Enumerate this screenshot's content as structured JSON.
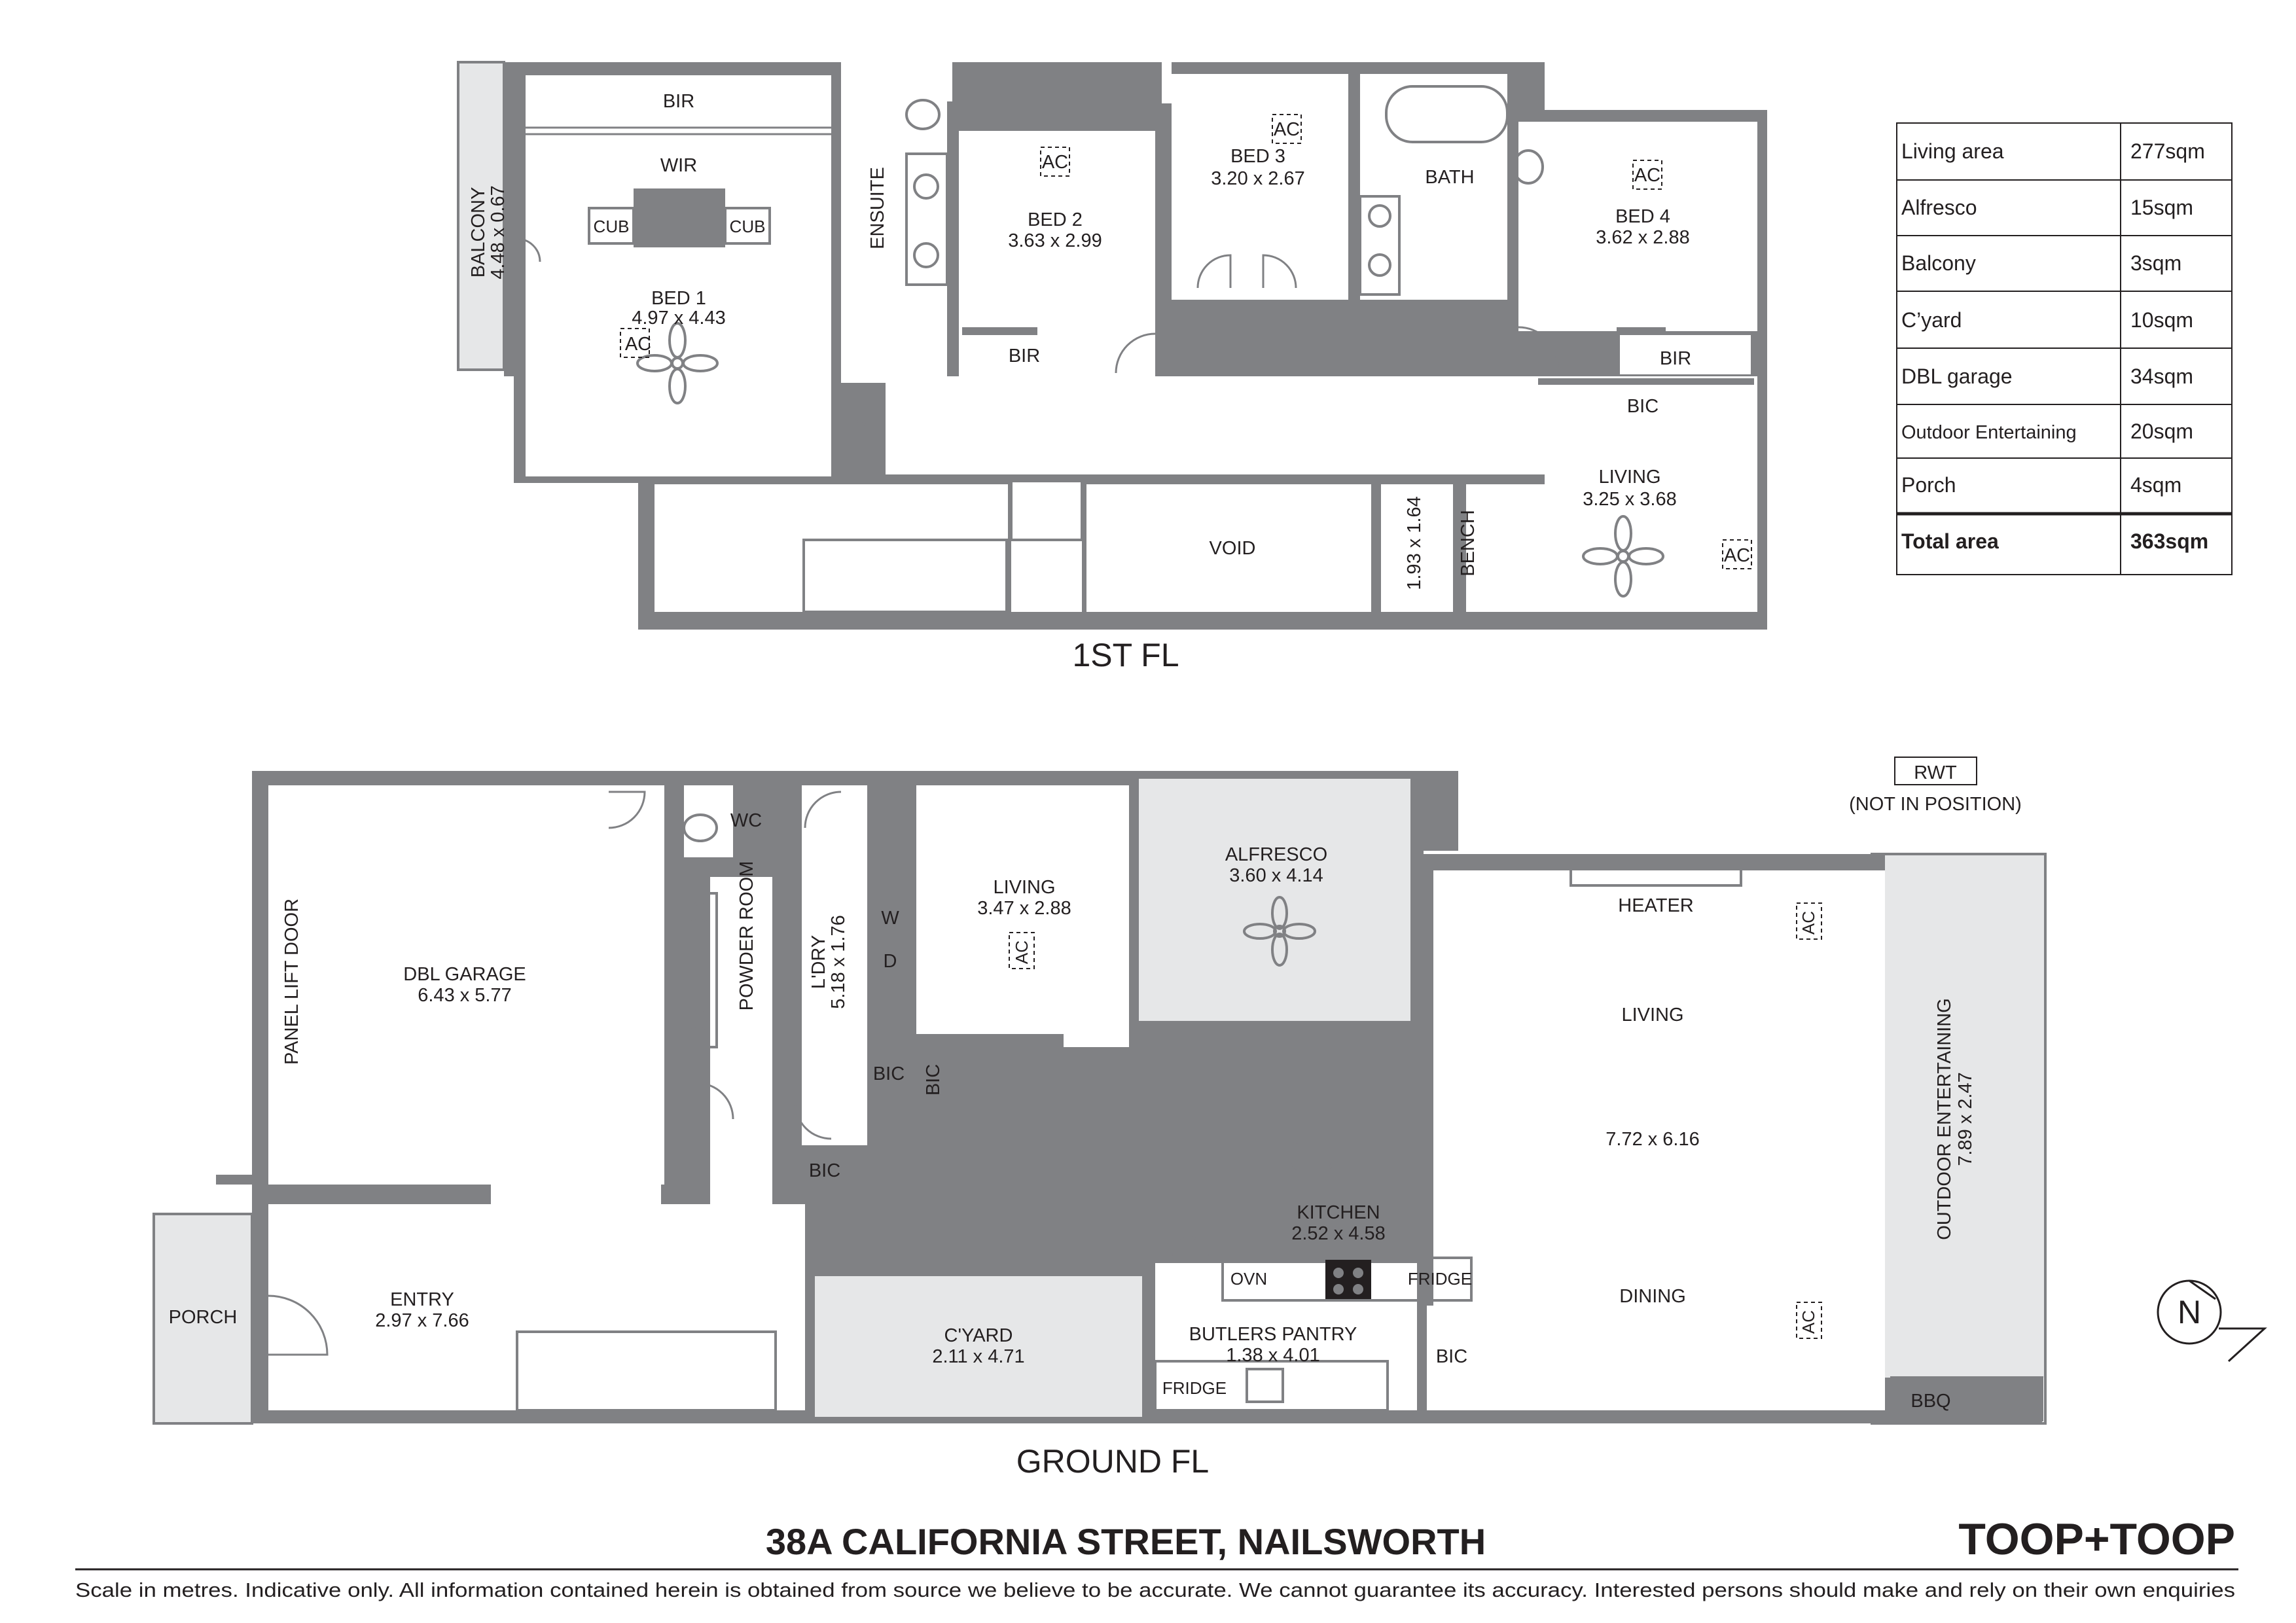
{
  "floors": {
    "first": {
      "title": "1ST FL",
      "rooms": {
        "bir_top": "BIR",
        "wir": "WIR",
        "cub_left": "CUB",
        "cub_right": "CUB",
        "bed1_name": "BED 1",
        "bed1_size": "4.97 x 4.43",
        "balcony_name": "BALCONY",
        "balcony_size": "4.48 x 0.67",
        "ensuite": "ENSUITE",
        "bed2_name": "BED 2",
        "bed2_size": "3.63 x 2.99",
        "bed2_bir": "BIR",
        "bed3_name": "BED 3",
        "bed3_size": "3.20 x 2.67",
        "bath": "BATH",
        "bed4_name": "BED 4",
        "bed4_size": "3.62 x 2.88",
        "bed4_bir": "BIR",
        "bic": "BIC",
        "void": "VOID",
        "stair_size": "1.93 x 1.64",
        "bench": "BENCH",
        "living_name": "LIVING",
        "living_size": "3.25 x 3.68"
      },
      "ac_labels": [
        "AC",
        "AC",
        "AC",
        "AC",
        "AC"
      ]
    },
    "ground": {
      "title": "GROUND FL",
      "rooms": {
        "garage_name": "DBL GARAGE",
        "garage_size": "6.43 x 5.77",
        "panel_door": "PANEL LIFT DOOR",
        "wc": "WC",
        "powder": "POWDER ROOM",
        "ldry_name": "L'DRY",
        "ldry_size": "5.18 x 1.76",
        "w": "W",
        "d": "D",
        "bic_ldry": "BIC",
        "bic_hall": "BIC",
        "bic_bottom": "BIC",
        "living_small_name": "LIVING",
        "living_small_size": "3.47 x 2.88",
        "alfresco_name": "ALFRESCO",
        "alfresco_size": "3.60 x 4.14",
        "heater": "HEATER",
        "living_main": "LIVING",
        "living_main_size": "7.72 x 6.16",
        "dining": "DINING",
        "kitchen_name": "KITCHEN",
        "kitchen_size": "2.52 x 4.58",
        "ovn": "OVN",
        "fridge_kitchen": "FRIDGE",
        "pantry_name": "BUTLERS PANTRY",
        "pantry_size": "1.38 x 4.01",
        "fridge_pantry": "FRIDGE",
        "bic_kitchen": "BIC",
        "entry_name": "ENTRY",
        "entry_size": "2.97 x 7.66",
        "porch": "PORCH",
        "cyard_name": "C'YARD",
        "cyard_size": "2.11 x 4.71",
        "outdoor_name": "OUTDOOR ENTERTAINING",
        "outdoor_size": "7.89 x 2.47",
        "bbq": "BBQ",
        "rwt": "RWT",
        "rwt_note": "(NOT IN POSITION)"
      },
      "ac_labels": [
        "AC",
        "AC",
        "AC"
      ]
    }
  },
  "area_table": {
    "rows": [
      {
        "label": "Living area",
        "value": "277sqm"
      },
      {
        "label": "Alfresco",
        "value": "15sqm"
      },
      {
        "label": "Balcony",
        "value": "3sqm"
      },
      {
        "label": "C’yard",
        "value": "10sqm"
      },
      {
        "label": "DBL garage",
        "value": "34sqm"
      },
      {
        "label": "Outdoor Entertaining",
        "value": "20sqm"
      },
      {
        "label": "Porch",
        "value": "4sqm"
      }
    ],
    "total": {
      "label": "Total area",
      "value": "363sqm"
    }
  },
  "compass": "N",
  "address": "38A CALIFORNIA STREET, NAILSWORTH",
  "brand": "TOOP+TOOP",
  "disclaimer": "Scale in metres. Indicative only. All information contained herein is obtained from source we believe to be accurate. We cannot guarantee its accuracy. Interested persons should make and rely on their own enquiries",
  "colors": {
    "wall": "#808184",
    "shade": "#e6e7e8",
    "text": "#231f20"
  }
}
